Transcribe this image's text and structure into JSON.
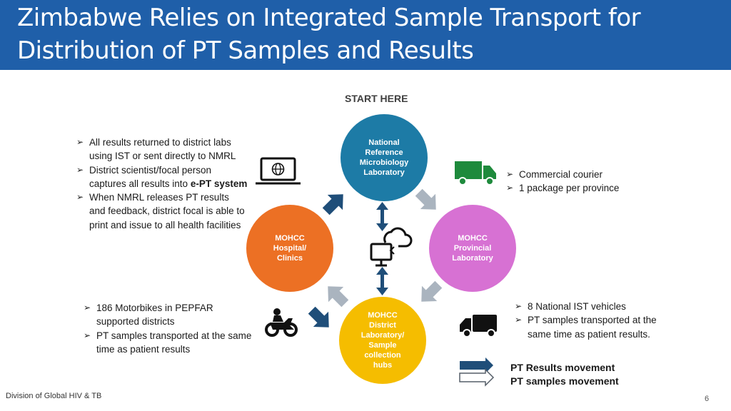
{
  "slide": {
    "title_line1": "Zimbabwe Relies on Integrated Sample Transport for",
    "title_line2": "Distribution of PT Samples and Results",
    "start_here": "START HERE",
    "footer": "Division of Global HIV & TB",
    "page_number": "6"
  },
  "nodes": {
    "national": [
      "National",
      "Reference",
      "Microbiology",
      "Laboratory"
    ],
    "provincial": [
      "MOHCC",
      "Provincial",
      "Laboratory"
    ],
    "district": [
      "MOHCC",
      "District",
      "Laboratory/",
      "Sample",
      "collection",
      "hubs"
    ],
    "hospital": [
      "MOHCC",
      "Hospital/",
      "Clinics"
    ]
  },
  "notes": {
    "left": [
      "All results returned to district labs using IST or sent directly to NMRL",
      "District scientist/focal person captures all results into |e-PT system|",
      "When NMRL releases PT results and feedback, district focal is able to print and issue to all health facilities"
    ],
    "courier": [
      "Commercial courier",
      "1 package per province"
    ],
    "motorbikes": [
      "186 Motorbikes in PEPFAR supported districts",
      "PT samples transported at the same time as patient results"
    ],
    "ist": [
      "8 National IST vehicles",
      "PT samples transported at the same time as patient results."
    ]
  },
  "legend": {
    "results": "PT Results movement",
    "samples": "PT samples movement"
  },
  "colors": {
    "header": "#1f5fa9",
    "national": "#1d7ba6",
    "provincial": "#d771d3",
    "district": "#f5bd00",
    "hospital": "#ec7024",
    "results_arrow": "#1f4e79",
    "samples_arrow": "#aab4bf",
    "truck": "#1e8a3c"
  },
  "icons": [
    "laptop-globe-icon",
    "truck-icon",
    "computer-cloud-icon",
    "motorbike-icon",
    "van-icon"
  ]
}
